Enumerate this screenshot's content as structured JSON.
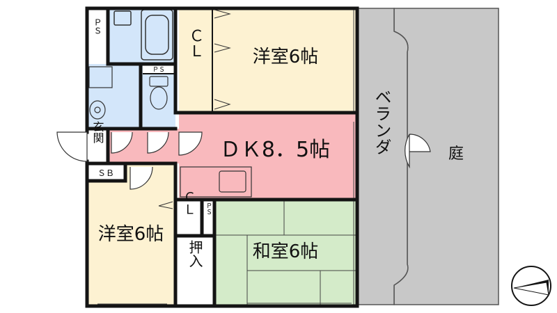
{
  "floorplan": {
    "rooms": {
      "western_upper": "洋室6帖",
      "dk": "ＤＫ8．5帖",
      "western_lower": "洋室6帖",
      "japanese": "和室6帖",
      "balcony": "ベランダ",
      "garden": "庭",
      "entrance": "玄関"
    },
    "storage": {
      "closet_upper": "ＣＬ",
      "closet_lower": "ＣＬ",
      "oshiire": "押入",
      "shoe_box": "ＳＢ",
      "ps_bath": "ＰＳ",
      "ps_toilet": "ＰＳ",
      "ps_japanese": "ＰＳ"
    },
    "colors": {
      "western": "#fdf2d2",
      "dk": "#f9b9bd",
      "japanese": "#d4ebc9",
      "wet": "#d3e6fa",
      "balcony": "#c8c8c8",
      "wall": "#141414"
    },
    "compass_icon": "north-arrow-icon"
  }
}
